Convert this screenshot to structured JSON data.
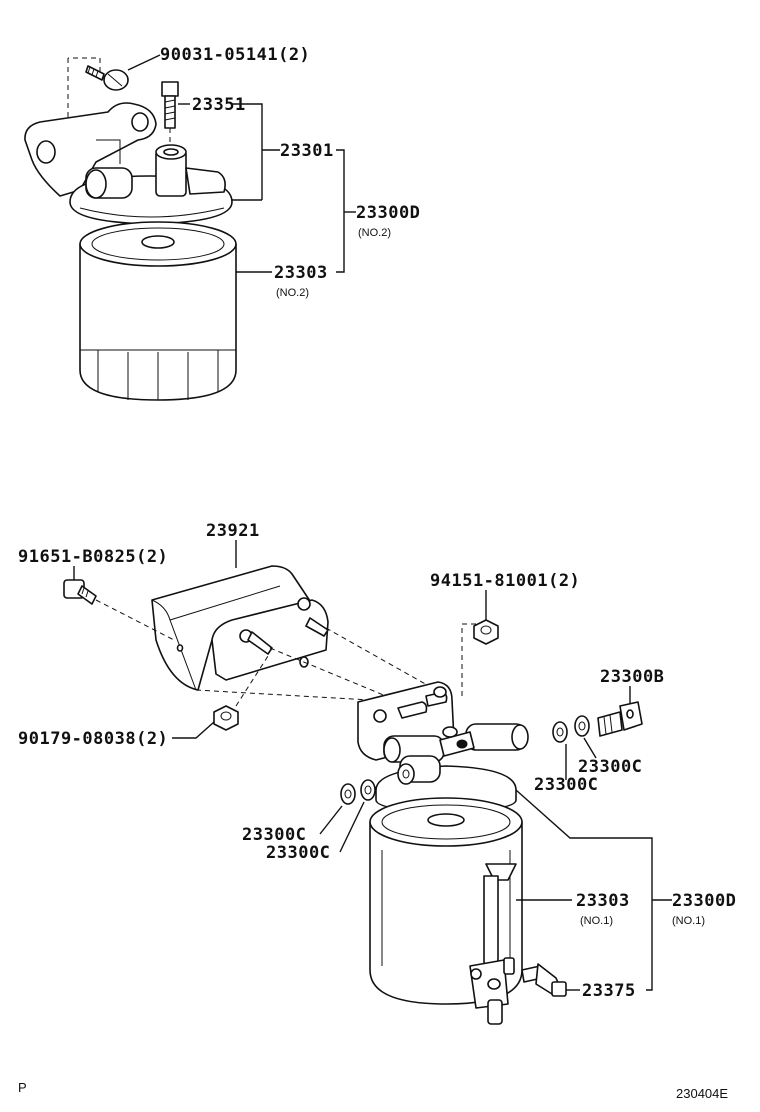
{
  "labels": {
    "bolt_top": "90031-05141(2)",
    "bolt_23351": "23351",
    "bracket_23301": "23301",
    "assy_23300d_top": "23300D",
    "assy_23300d_top_sub": "(NO.2)",
    "filter_23303_top": "23303",
    "filter_23303_top_sub": "(NO.2)",
    "bracket_23921": "23921",
    "bolt_91651": "91651-B0825(2)",
    "nut_94151": "94151-81001(2)",
    "nut_90179": "90179-08038(2)",
    "union_23300b": "23300B",
    "gasket_23300c_1": "23300C",
    "gasket_23300c_2": "23300C",
    "gasket_23300c_3": "23300C",
    "gasket_23300c_4": "23300C",
    "filter_23303_bottom": "23303",
    "filter_23303_bottom_sub": "(NO.1)",
    "assy_23300d_bottom": "23300D",
    "assy_23300d_bottom_sub": "(NO.1)",
    "switch_23375": "23375"
  },
  "footer": {
    "left_code": "P",
    "right_code": "230404E"
  }
}
